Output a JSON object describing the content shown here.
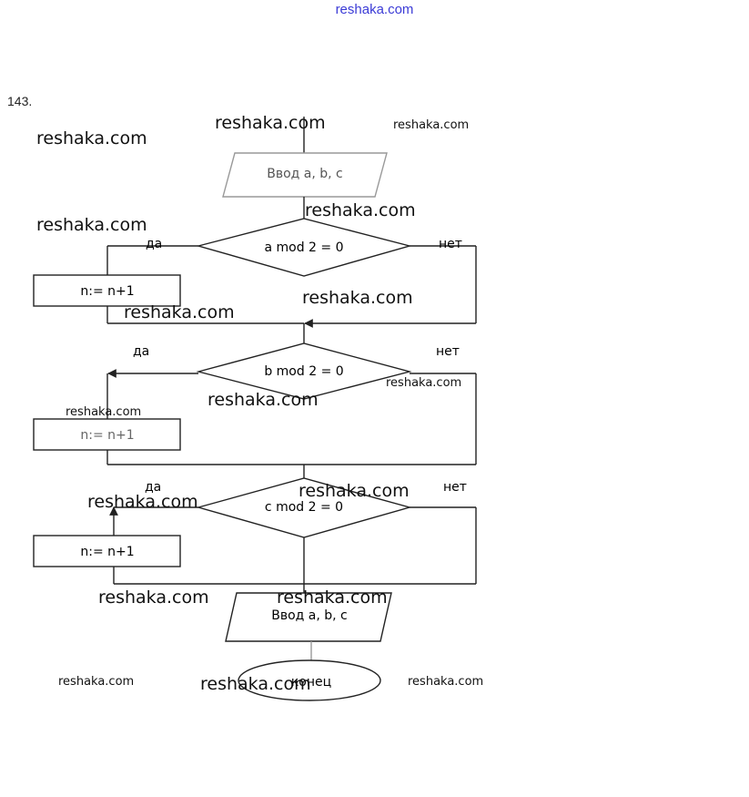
{
  "header": {
    "site_link": "reshaka.com"
  },
  "task": {
    "number": "143."
  },
  "flowchart": {
    "input_block": "Ввод a, b, c",
    "output_block": "Ввод a, b, c",
    "end_block": "конец",
    "conditions": [
      "a mod 2 = 0",
      "b mod 2 = 0",
      "c mod 2 = 0"
    ],
    "process_blocks": [
      "n:= n+1",
      "n:= n+1",
      "n:= n+1"
    ],
    "yes_label": "да",
    "no_label": "нет"
  },
  "watermark": {
    "text": "reshaka.com"
  }
}
